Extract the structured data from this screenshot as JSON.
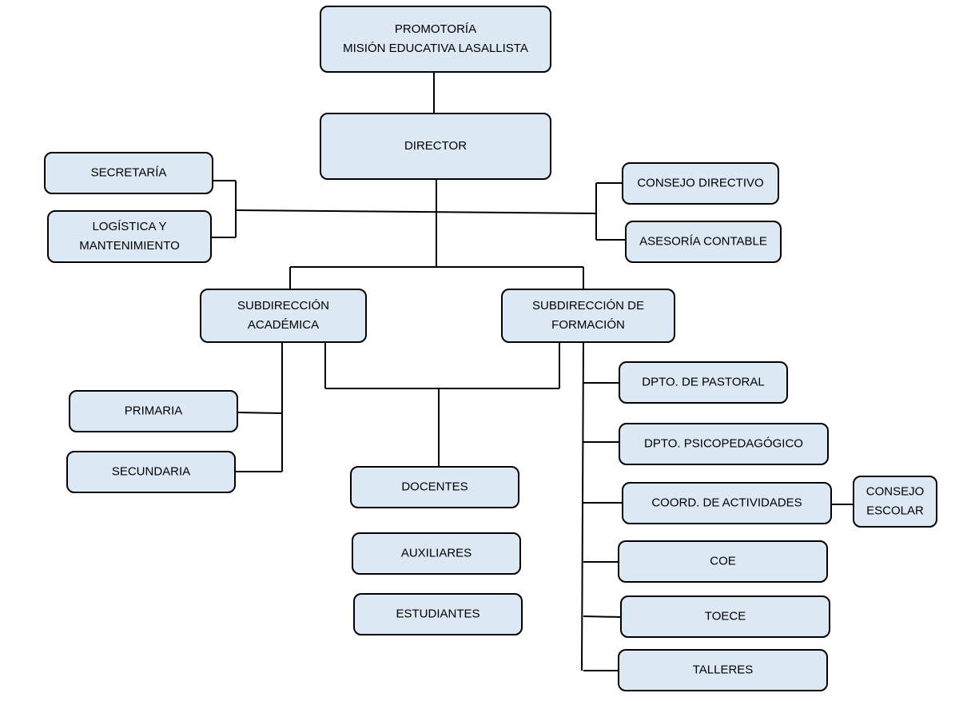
{
  "nodes": {
    "promotoria": {
      "lines": [
        "PROMOTORÍA",
        "MISIÓN EDUCATIVA LASALLISTA"
      ]
    },
    "director": {
      "lines": [
        "DIRECTOR"
      ]
    },
    "secretaria": {
      "lines": [
        "SECRETARÍA"
      ]
    },
    "logistica": {
      "lines": [
        "LOGÍSTICA Y",
        "MANTENIMIENTO"
      ]
    },
    "consejo_directivo": {
      "lines": [
        "CONSEJO DIRECTIVO"
      ]
    },
    "asesoria_contable": {
      "lines": [
        "ASESORÍA CONTABLE"
      ]
    },
    "sub_academica": {
      "lines": [
        "SUBDIRECCIÓN",
        "ACADÉMICA"
      ]
    },
    "sub_formacion": {
      "lines": [
        "SUBDIRECCIÓN DE",
        "FORMACIÓN"
      ]
    },
    "primaria": {
      "lines": [
        "PRIMARIA"
      ]
    },
    "secundaria": {
      "lines": [
        "SECUNDARIA"
      ]
    },
    "docentes": {
      "lines": [
        "DOCENTES"
      ]
    },
    "auxiliares": {
      "lines": [
        "AUXILIARES"
      ]
    },
    "estudiantes": {
      "lines": [
        "ESTUDIANTES"
      ]
    },
    "dpto_pastoral": {
      "lines": [
        "DPTO. DE PASTORAL"
      ]
    },
    "dpto_psico": {
      "lines": [
        "DPTO. PSICOPEDAGÓGICO"
      ]
    },
    "coord_actividades": {
      "lines": [
        "COORD. DE ACTIVIDADES"
      ]
    },
    "consejo_escolar": {
      "lines": [
        "CONSEJO",
        "ESCOLAR"
      ]
    },
    "coe": {
      "lines": [
        "COE"
      ]
    },
    "toece": {
      "lines": [
        "TOECE"
      ]
    },
    "talleres": {
      "lines": [
        "TALLERES"
      ]
    }
  },
  "colors": {
    "box_fill": "#dce8f4",
    "stroke": "#000000"
  }
}
